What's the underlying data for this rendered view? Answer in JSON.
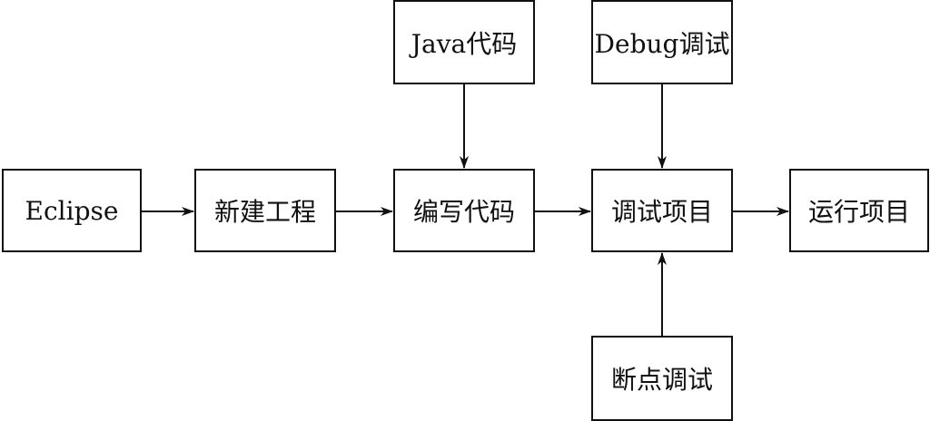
{
  "diagram": {
    "nodes": {
      "eclipse": "Eclipse",
      "new_project": "新建工程",
      "write_code": "编写代码",
      "debug_project": "调试项目",
      "run_project": "运行项目",
      "java_code": "Java代码",
      "debug_mode": "Debug调试",
      "breakpoint_debug": "断点调试"
    },
    "edges": [
      {
        "from": "Eclipse",
        "to": "新建工程"
      },
      {
        "from": "新建工程",
        "to": "编写代码"
      },
      {
        "from": "Java代码",
        "to": "编写代码"
      },
      {
        "from": "编写代码",
        "to": "调试项目"
      },
      {
        "from": "Debug调试",
        "to": "调试项目"
      },
      {
        "from": "断点调试",
        "to": "调试项目"
      },
      {
        "from": "调试项目",
        "to": "运行项目"
      }
    ],
    "line_color": "#111111"
  }
}
